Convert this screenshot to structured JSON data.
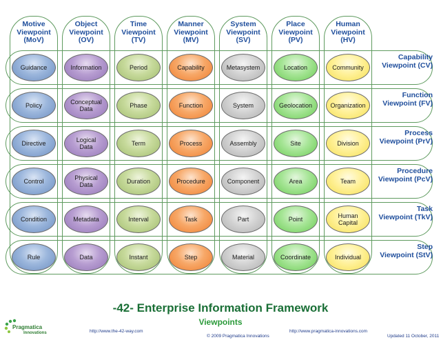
{
  "columns": [
    {
      "lines": [
        "Motive",
        "Viewpoint",
        "(MoV)"
      ]
    },
    {
      "lines": [
        "Object",
        "Viewpoint",
        "(OV)"
      ]
    },
    {
      "lines": [
        "Time",
        "Viewpoint",
        "(TV)"
      ]
    },
    {
      "lines": [
        "Manner",
        "Viewpoint",
        "(MV)"
      ]
    },
    {
      "lines": [
        "System",
        "Viewpoint",
        "(SV)"
      ]
    },
    {
      "lines": [
        "Place",
        "Viewpoint",
        "(PV)"
      ]
    },
    {
      "lines": [
        "Human",
        "Viewpoint",
        "(HV)"
      ]
    }
  ],
  "rows": [
    {
      "label": [
        "Capability",
        "Viewpoint (CV)"
      ],
      "cells": [
        [
          "Guidance"
        ],
        [
          "Information"
        ],
        [
          "Period"
        ],
        [
          "Capability"
        ],
        [
          "Metasystem"
        ],
        [
          "Location"
        ],
        [
          "Community"
        ]
      ]
    },
    {
      "label": [
        "Function",
        "Viewpoint (FV)"
      ],
      "cells": [
        [
          "Policy"
        ],
        [
          "Conceptual",
          "Data"
        ],
        [
          "Phase"
        ],
        [
          "Function"
        ],
        [
          "System"
        ],
        [
          "Geolocation"
        ],
        [
          "Organization"
        ]
      ]
    },
    {
      "label": [
        "Process",
        "Viewpoint (PrV)"
      ],
      "cells": [
        [
          "Directive"
        ],
        [
          "Logical",
          "Data"
        ],
        [
          "Term"
        ],
        [
          "Process"
        ],
        [
          "Assembly"
        ],
        [
          "Site"
        ],
        [
          "Division"
        ]
      ]
    },
    {
      "label": [
        "Procedure",
        "Viewpoint (PcV)"
      ],
      "cells": [
        [
          "Control"
        ],
        [
          "Physical",
          "Data"
        ],
        [
          "Duration"
        ],
        [
          "Procedure"
        ],
        [
          "Component"
        ],
        [
          "Area"
        ],
        [
          "Team"
        ]
      ]
    },
    {
      "label": [
        "Task",
        "Viewpoint (TkV)"
      ],
      "cells": [
        [
          "Condition"
        ],
        [
          "Metadata"
        ],
        [
          "Interval"
        ],
        [
          "Task"
        ],
        [
          "Part"
        ],
        [
          "Point"
        ],
        [
          "Human",
          "Capital"
        ]
      ]
    },
    {
      "label": [
        "Step",
        "Viewpoint (StV)"
      ],
      "cells": [
        [
          "Rule"
        ],
        [
          "Data"
        ],
        [
          "Instant"
        ],
        [
          "Step"
        ],
        [
          "Material"
        ],
        [
          "Coordinate"
        ],
        [
          "Individual"
        ]
      ]
    }
  ],
  "title": "-42- Enterprise Information Framework",
  "subtitle": "Viewpoints",
  "footer": {
    "url_left": "http://www.the-42-way.com",
    "copyright": "© 2009 Pragmatica Innovations",
    "url_right": "http://www.pragmatica-innovations.com",
    "updated": "Updated 11 October, 2011"
  },
  "logo": {
    "line1": "Pragmatica",
    "line2": "Innovations"
  },
  "colors": {
    "motive": "#7f9fcf",
    "object": "#a386c3",
    "time": "#b4cc82",
    "manner": "#f28e42",
    "system": "#c2c2c2",
    "place": "#8bdb76",
    "human": "#fbe877",
    "frame": "#5e9a5e",
    "header": "#1f4e9c"
  }
}
